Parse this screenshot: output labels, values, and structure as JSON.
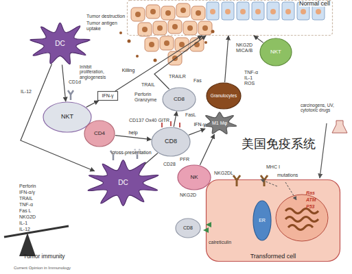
{
  "diagram": {
    "nodes": [
      {
        "text": [
          "Normal cell"
        ]
      },
      {
        "text": [
          "DC"
        ]
      },
      {
        "text": [
          "NKT"
        ]
      },
      {
        "text": [
          "IFN-γ"
        ]
      },
      {
        "text": [
          "CD8"
        ]
      },
      {
        "text": [
          "NKT"
        ]
      },
      {
        "text": [
          "Granulocytes"
        ]
      },
      {
        "text": [
          "CD4"
        ]
      },
      {
        "text": [
          "CD8"
        ]
      },
      {
        "text": [
          "M1 Mφ"
        ]
      },
      {
        "text": [
          "DC"
        ]
      },
      {
        "text": [
          "Transformed cell"
        ]
      },
      {
        "text": [
          "NK"
        ]
      },
      {
        "text": [
          "CD8"
        ]
      },
      {
        "text": [
          "ER"
        ],
        "in": 11
      }
    ],
    "edges": [
      {
        "from": 1,
        "to": 2,
        "arrow": "to"
      },
      {
        "from": 2,
        "to": 3,
        "arrow": "to"
      },
      {
        "from": 3,
        "to": 0,
        "arrow": "to"
      },
      {
        "from": 4,
        "to": 0,
        "label": "Killing",
        "arrow": "to"
      },
      {
        "from": 8,
        "to": 4,
        "arrow": "to"
      },
      {
        "from": 7,
        "to": 8,
        "label": "help",
        "arrow": "to"
      },
      {
        "from": 1,
        "to": 10,
        "arrow": "to"
      },
      {
        "from": 10,
        "to": 8,
        "label": "cross-presentation",
        "arrow": "none"
      },
      {
        "from": 8,
        "to": 9,
        "label": "IFN-γ",
        "arrow": "to"
      },
      {
        "from": 5,
        "to": 0,
        "arrow": "to"
      },
      {
        "from": 6,
        "to": 0,
        "arrow": "to"
      },
      {
        "from": 12,
        "to": 9,
        "arrow": "to"
      }
    ],
    "labels": [
      "Tumor destruction",
      "Tumor antigen uptake",
      "CD1d",
      "IL-12",
      "Inhibit proliferation, angiogenesis",
      "TRAILR",
      "TRAIL",
      "Fas",
      "FasL",
      "Perforin Granzyme",
      "NKG2D MICA/B",
      "TNF-α IL-1 ROS",
      "CD137 Ox40 GITR",
      "carcinogens, UV, cytotoxic drugs",
      "美国免疫系统",
      "CD28",
      "PFR",
      "NKG2DL",
      "NKG2D",
      "MHC I",
      "mutations",
      "Ras",
      "ATM",
      "P53",
      "calreticulin",
      "Perforin",
      "IFN-α/γ",
      "TRAIL",
      "TNF-α",
      "Fas L",
      "NKG2D",
      "IL-1",
      "IL-12",
      "Tumor immunity",
      "Current Opinion in Immunology"
    ]
  }
}
